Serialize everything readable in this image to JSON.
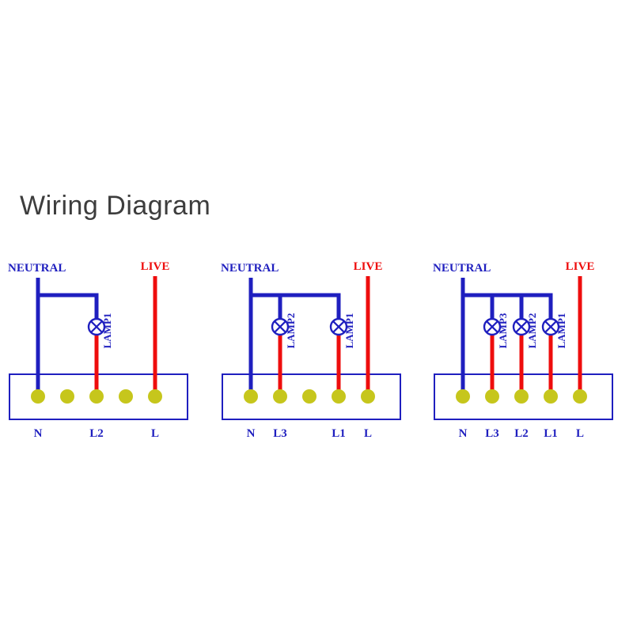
{
  "title": "Wiring Diagram",
  "colors": {
    "neutral_blue": "#1f1fbf",
    "live_red": "#ee0d0d",
    "terminal_yellow": "#c6c61c",
    "box_fill": "#ffffff",
    "title_gray": "#3d3d3d"
  },
  "diagrams": [
    {
      "neutral_label": "NEUTRAL",
      "live_label": "LIVE",
      "terminal_labels": [
        "N",
        "",
        "L2",
        "",
        "L"
      ],
      "lamps": [
        {
          "label": "LAMP1",
          "terminal_index": 2
        }
      ]
    },
    {
      "neutral_label": "NEUTRAL",
      "live_label": "LIVE",
      "terminal_labels": [
        "N",
        "L3",
        "",
        "L1",
        "L"
      ],
      "lamps": [
        {
          "label": "LAMP2",
          "terminal_index": 1
        },
        {
          "label": "LAMP1",
          "terminal_index": 3
        }
      ]
    },
    {
      "neutral_label": "NEUTRAL",
      "live_label": "LIVE",
      "terminal_labels": [
        "N",
        "L3",
        "L2",
        "L1",
        "L"
      ],
      "lamps": [
        {
          "label": "LAMP3",
          "terminal_index": 1
        },
        {
          "label": "LAMP2",
          "terminal_index": 2
        },
        {
          "label": "LAMP1",
          "terminal_index": 3
        }
      ]
    }
  ]
}
